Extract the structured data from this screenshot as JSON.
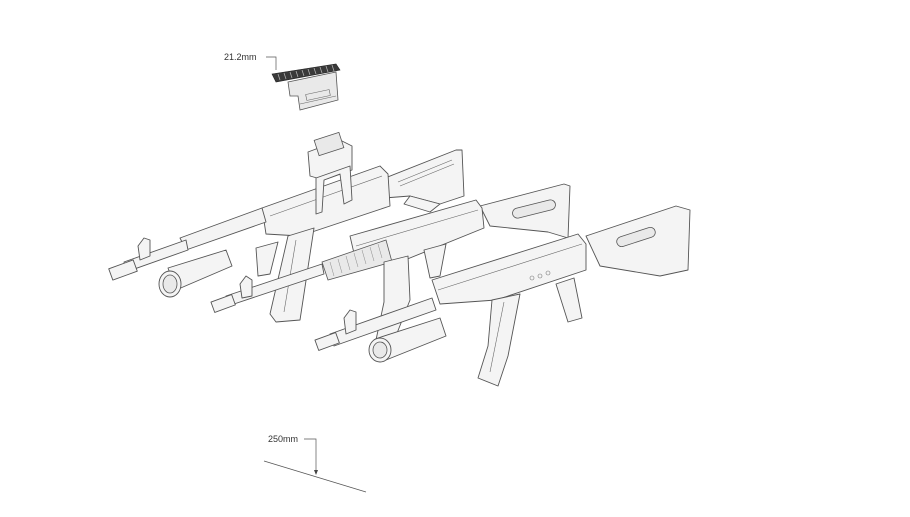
{
  "diagram": {
    "type": "technical line-art illustration",
    "subject": "three assault rifles in isometric view with scope mount",
    "annotations": [
      {
        "id": "rail",
        "label": "21.2mm",
        "target": "side-rail scope mount"
      },
      {
        "id": "ground",
        "label": "250mm",
        "target": "ground reference line"
      }
    ],
    "items": [
      {
        "id": "rifle-1",
        "description": "rifle with holographic sight, collapsible stock, under-barrel grenade launcher"
      },
      {
        "id": "rifle-2",
        "description": "rifle with fixed stock and ribbed handguard"
      },
      {
        "id": "rifle-3",
        "description": "rifle with fixed stock, under-barrel grenade launcher, curved magazine"
      },
      {
        "id": "mount",
        "description": "detached side-rail scope mount"
      }
    ]
  }
}
